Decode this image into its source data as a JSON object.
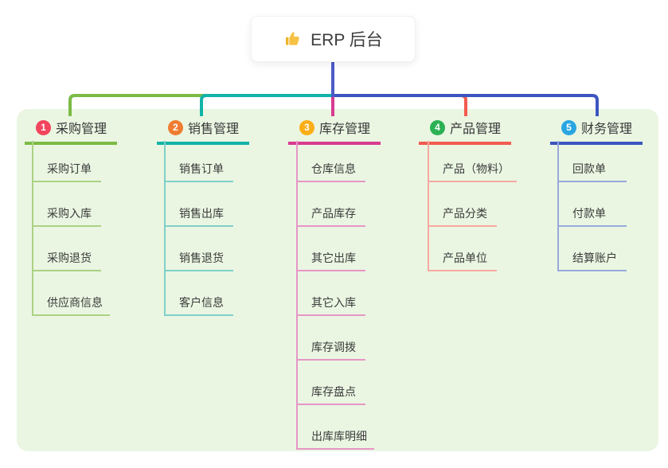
{
  "root": {
    "title": "ERP 后台",
    "icon": "thumbs-up-icon",
    "icon_color": "#f6c243",
    "line_color": "#4a5cc8"
  },
  "branches": [
    {
      "badge": "1",
      "label": "采购管理",
      "colors": {
        "badge": "#f3455e",
        "line": "#7cbb45",
        "tint": "#abd284"
      },
      "children": [
        "采购订单",
        "采购入库",
        "采购退货",
        "供应商信息"
      ]
    },
    {
      "badge": "2",
      "label": "销售管理",
      "colors": {
        "badge": "#ef7d31",
        "line": "#12b3a8",
        "tint": "#7fd0c9"
      },
      "children": [
        "销售订单",
        "销售出库",
        "销售退货",
        "客户信息"
      ]
    },
    {
      "badge": "3",
      "label": "库存管理",
      "colors": {
        "badge": "#fbae17",
        "line": "#d83b90",
        "tint": "#e796c6"
      },
      "children": [
        "仓库信息",
        "产品库存",
        "其它出库",
        "其它入库",
        "库存调拨",
        "库存盘点",
        "出库库明细"
      ]
    },
    {
      "badge": "4",
      "label": "产品管理",
      "colors": {
        "badge": "#2cb154",
        "line": "#f25b4f",
        "tint": "#f6a8a0"
      },
      "children": [
        "产品（物料）",
        "产品分类",
        "产品单位"
      ]
    },
    {
      "badge": "5",
      "label": "财务管理",
      "colors": {
        "badge": "#29a6e2",
        "line": "#3c55c0",
        "tint": "#98a8dc"
      },
      "children": [
        "回款单",
        "付款单",
        "结算账户"
      ]
    }
  ],
  "canvas": {
    "panel_color": "#eaf6e2",
    "background": "#ffffff"
  }
}
